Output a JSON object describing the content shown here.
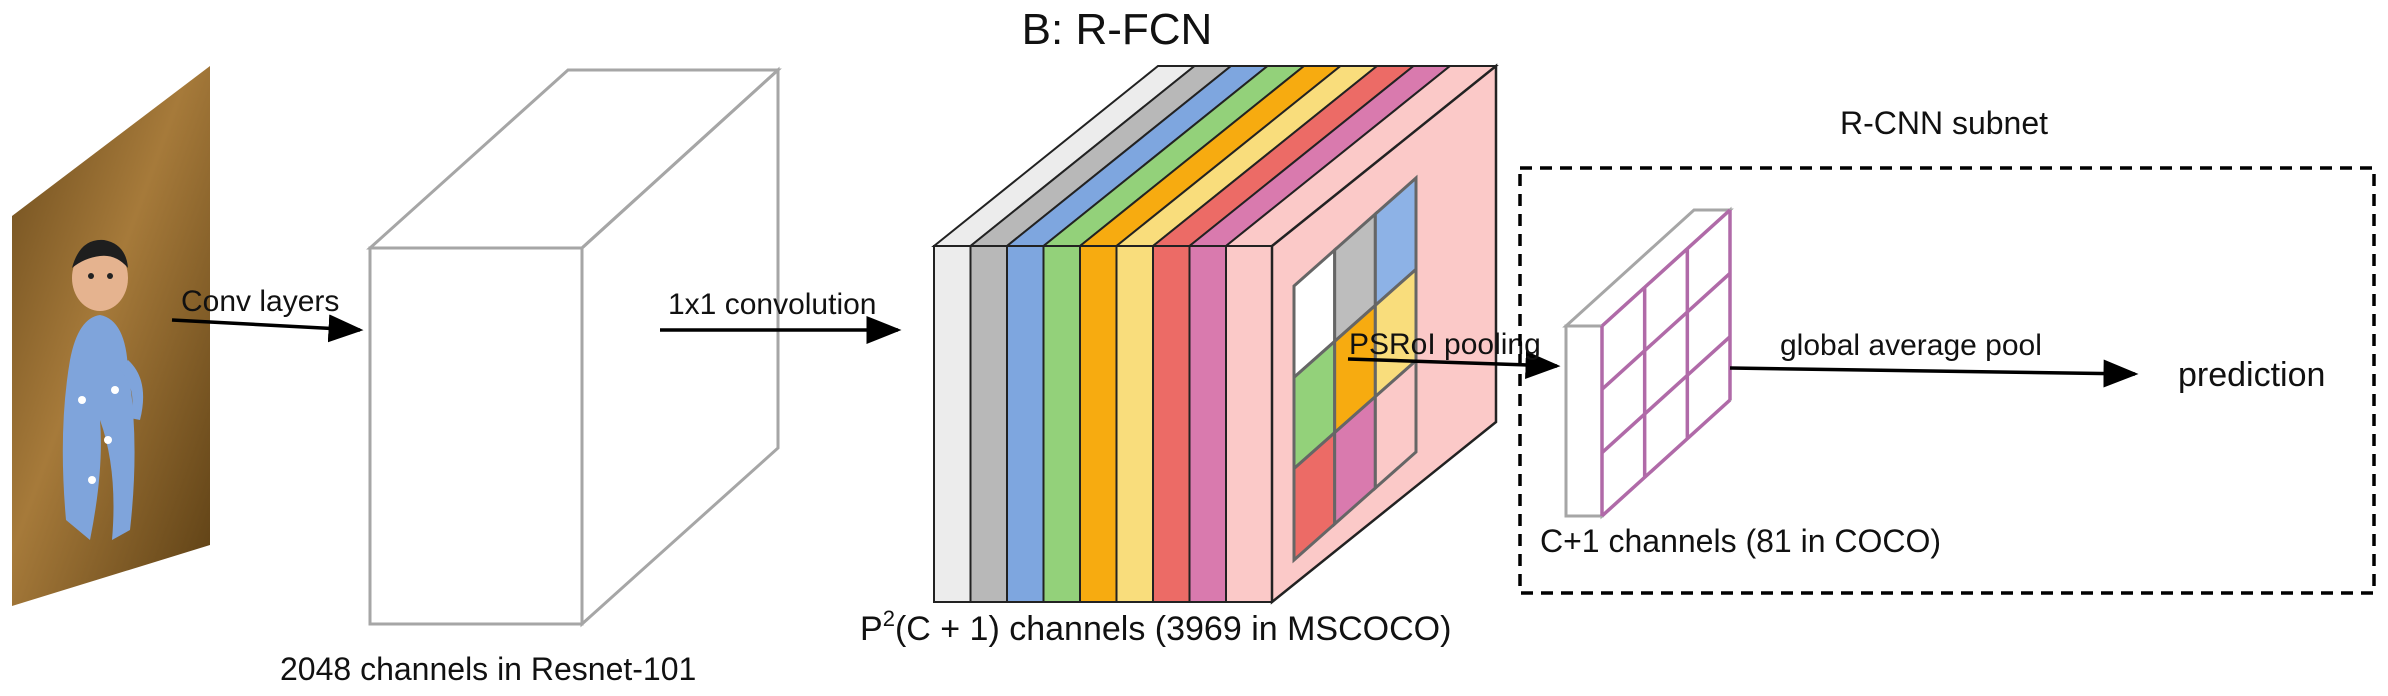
{
  "title": "B: R-FCN",
  "subnet_label": "R-CNN subnet",
  "labels": {
    "conv_layers": "Conv layers",
    "resnet_channels": "2048 channels in Resnet-101",
    "conv1x1": "1x1 convolution",
    "psroi_pooling": "PSRoI pooling",
    "score_maps_prefix": "P",
    "score_maps_sup": "2",
    "score_maps_rest": "(C + 1)  channels (3969 in MSCOCO)",
    "pooled_channels": "C+1 channels (81 in COCO)",
    "global_avg_pool": "global average pool",
    "prediction": "prediction"
  },
  "colors": {
    "score_map_slices": [
      "#ececec",
      "#b8b8b8",
      "#7ea6df",
      "#93d17a",
      "#f7ab10",
      "#f9dd7c",
      "#ec6b66",
      "#d97aae",
      "#fbc9c8"
    ],
    "pool_grid": [
      "#ffffff",
      "#bdbdbd",
      "#8db2e6",
      "#93d17a",
      "#f7ab10",
      "#f9dd7c",
      "#ec6b66",
      "#d97aae",
      "#fbc9c8"
    ],
    "pooled_grid_line": "#b06aa8",
    "feature_block_edge": "#a6a6a6"
  },
  "icons": {
    "input_image": "baby-photo-icon"
  }
}
